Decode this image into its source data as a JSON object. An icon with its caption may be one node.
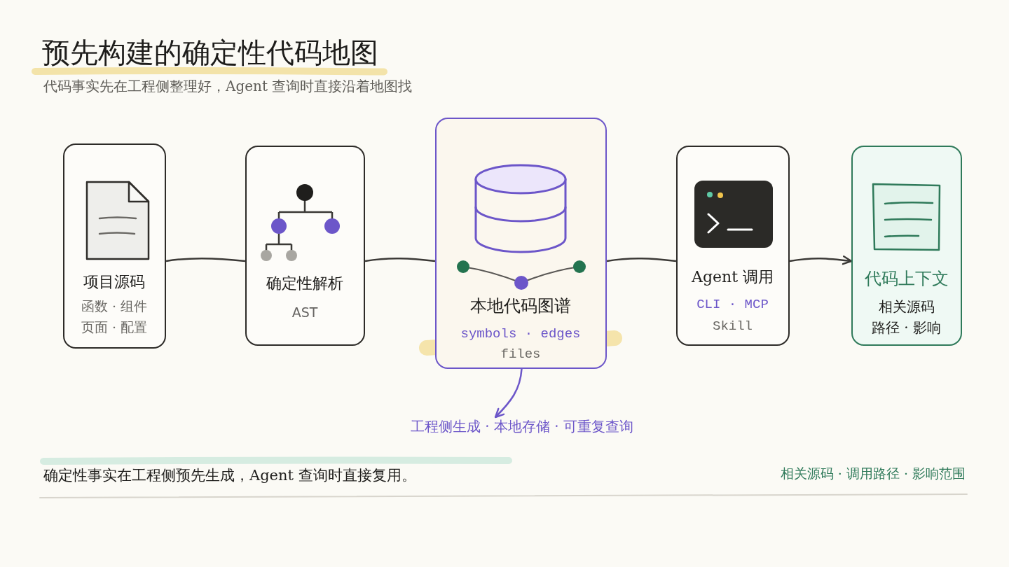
{
  "diagram": {
    "title": "预先构建的确定性代码地图",
    "nodes": [
      {
        "text": [
          "项目源码",
          "函数 · 组件",
          "页面 · 配置"
        ]
      },
      {
        "text": [
          "确定性解析",
          "AST"
        ]
      },
      {
        "text": [
          "本地代码图谱",
          "symbols · edges",
          "files"
        ]
      },
      {
        "text": [
          "Agent 调用",
          "CLI · MCP",
          "Skill"
        ]
      },
      {
        "text": [
          "代码上下文",
          "相关源码",
          "路径 · 影响"
        ]
      },
      {
        "text": [
          "工程侧生成 · 本地存储 · 可重复查询"
        ]
      }
    ],
    "edges": [
      {
        "from": 0,
        "to": 1,
        "arrow": "none"
      },
      {
        "from": 1,
        "to": 2,
        "arrow": "none"
      },
      {
        "from": 2,
        "to": 3,
        "arrow": "none"
      },
      {
        "from": 3,
        "to": 4,
        "arrow": "to"
      },
      {
        "from": 2,
        "to": 5,
        "arrow": "to",
        "color": "#6c56c9"
      }
    ],
    "labels": [
      "代码事实先在工程侧整理好，Agent 查询时直接沿着地图找",
      "确定性事实在工程侧预先生成，Agent 查询时直接复用。",
      "相关源码 · 调用路径 · 影响范围"
    ]
  }
}
